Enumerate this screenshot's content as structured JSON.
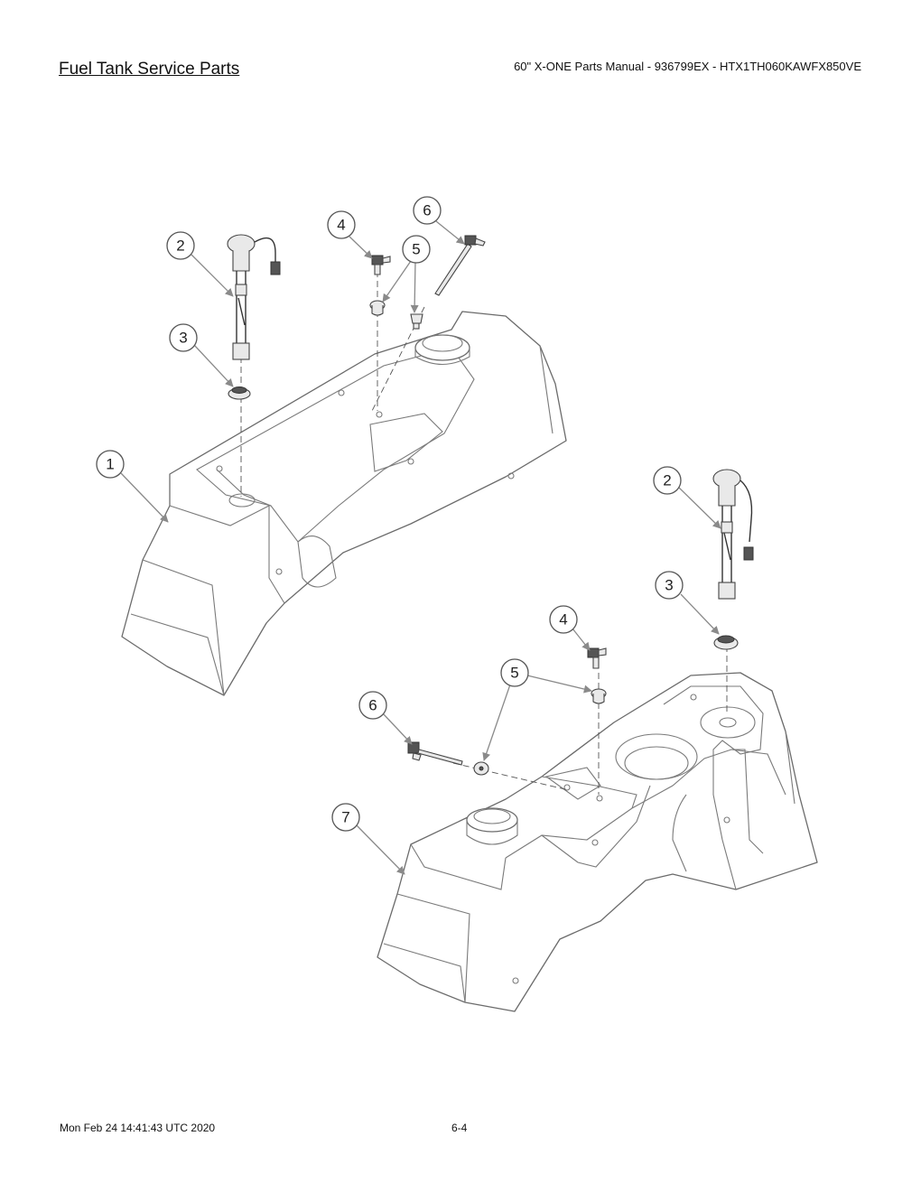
{
  "header": {
    "title": "Fuel Tank Service Parts",
    "manual_reference": "60\" X-ONE Parts Manual - 936799EX - HTX1TH060KAWFX850VE"
  },
  "callouts": {
    "upper": [
      "2",
      "3",
      "1",
      "4",
      "5",
      "6"
    ],
    "lower": [
      "2",
      "3",
      "4",
      "5",
      "6",
      "7"
    ]
  },
  "footer": {
    "timestamp": "Mon Feb 24 14:41:43 UTC 2020",
    "page_number": "6-4"
  }
}
